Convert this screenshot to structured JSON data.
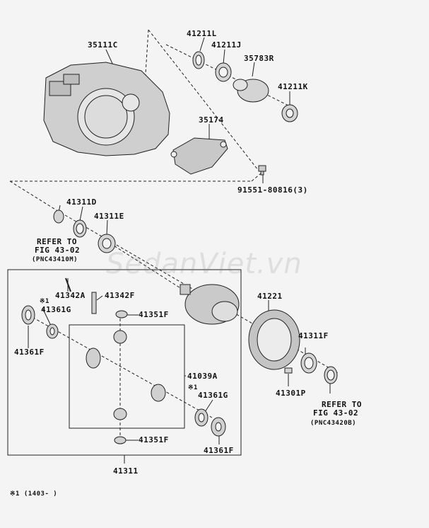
{
  "watermark": "SedanViet.vn",
  "colors": {
    "background": "#f4f4f4",
    "line": "#222222",
    "part_shade": "#bcbcbc"
  },
  "parts": {
    "p35111C": "35111C",
    "p41211L": "41211L",
    "p41211J": "41211J",
    "p35783R": "35783R",
    "p41211K": "41211K",
    "p35174": "35174",
    "p91551": "91551-80816(3)",
    "p41311D": "41311D",
    "p41311E": "41311E",
    "p41221": "41221",
    "p41342A": "41342A",
    "p41342F": "41342F",
    "p41361G_top": "41361G",
    "p41351F_top": "41351F",
    "p41361F_left": "41361F",
    "p41039A": "41039A",
    "p41361G_right": "41361G",
    "p41351F_bottom": "41351F",
    "p41361F_right": "41361F",
    "p41311F": "41311F",
    "p41301P": "41301P",
    "p41311": "41311"
  },
  "notes": {
    "mark1": "※1",
    "mark2": "※1",
    "refer_left": [
      "REFER TO",
      "FIG 43-02",
      "(PNC43410M)"
    ],
    "refer_right": [
      "REFER TO",
      "FIG 43-02",
      "(PNC43420B)"
    ],
    "footnote": "※1 (1403-     )"
  }
}
